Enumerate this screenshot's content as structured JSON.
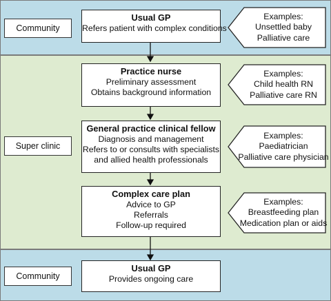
{
  "colors": {
    "community_band": "#bcdce8",
    "superclinic_band": "#deebd0",
    "border": "#222222"
  },
  "bands": [
    {
      "label": "Community"
    },
    {
      "label": "Super clinic"
    },
    {
      "label": "Community"
    }
  ],
  "stages": [
    {
      "title": "Usual GP",
      "lines": [
        "Refers patient with complex conditions"
      ]
    },
    {
      "title": "Practice nurse",
      "lines": [
        "Preliminary assessment",
        "Obtains background information"
      ]
    },
    {
      "title": "General practice clinical fellow",
      "lines": [
        "Diagnosis and management",
        "Refers to or consults with specialists",
        "and allied health professionals"
      ]
    },
    {
      "title": "Complex care plan",
      "lines": [
        "Advice to GP",
        "Referrals",
        "Follow-up required"
      ]
    },
    {
      "title": "Usual GP",
      "lines": [
        "Provides ongoing care"
      ]
    }
  ],
  "examples": [
    {
      "heading": "Examples:",
      "items": [
        "Unsettled baby",
        "Palliative care"
      ]
    },
    {
      "heading": "Examples:",
      "items": [
        "Child health RN",
        "Palliative care RN"
      ]
    },
    {
      "heading": "Examples:",
      "items": [
        "Paediatrician",
        "Palliative care physician"
      ]
    },
    {
      "heading": "Examples:",
      "items": [
        "Breastfeeding plan",
        "Medication plan or aids"
      ]
    }
  ]
}
